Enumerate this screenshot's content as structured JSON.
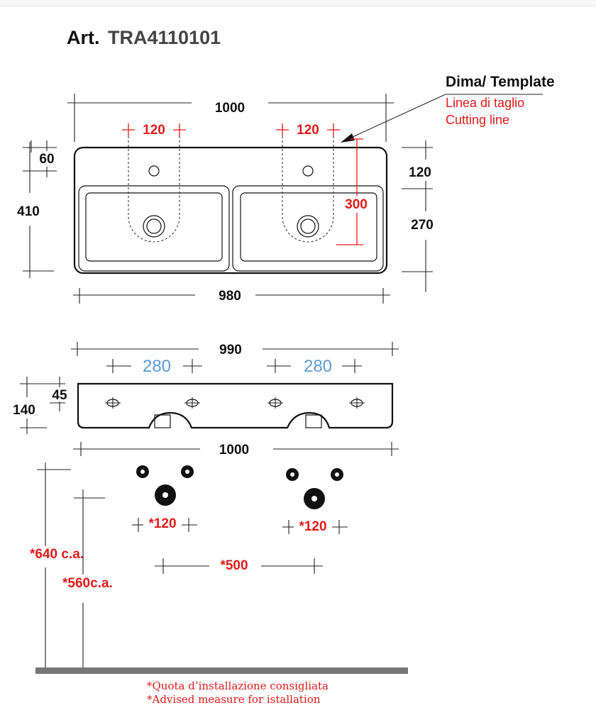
{
  "title": {
    "prefix": "Art.",
    "code": "TRA4110101"
  },
  "template": {
    "heading": "Dima/ Template",
    "cut_line_it": "Linea di taglio",
    "cut_line_en": "Cutting line"
  },
  "top_view": {
    "overall_width": "1000",
    "hole_spacing_left": "120",
    "hole_spacing_right": "120",
    "offset_60": "60",
    "depth_410": "410",
    "top_band_120": "120",
    "bowl_270": "270",
    "cut_depth_300": "300",
    "base_width_980": "980"
  },
  "front_view": {
    "width_990": "990",
    "bracket_left_280": "280",
    "bracket_right_280": "280",
    "height_45": "45",
    "height_140": "140",
    "width_1000": "1000"
  },
  "install": {
    "pipe_left_120": "*120",
    "pipe_right_120": "*120",
    "spacing_500": "*500",
    "height_640": "*640 c.a.",
    "height_560": "*560c.a."
  },
  "footnote": {
    "it": "*Quota d’installazione consigliata",
    "en": "*Advised measure for istallation"
  },
  "colors": {
    "dimension_red": "#e01b1b",
    "bracket_blue": "#5b9bd5",
    "floor_gray": "#777777"
  }
}
